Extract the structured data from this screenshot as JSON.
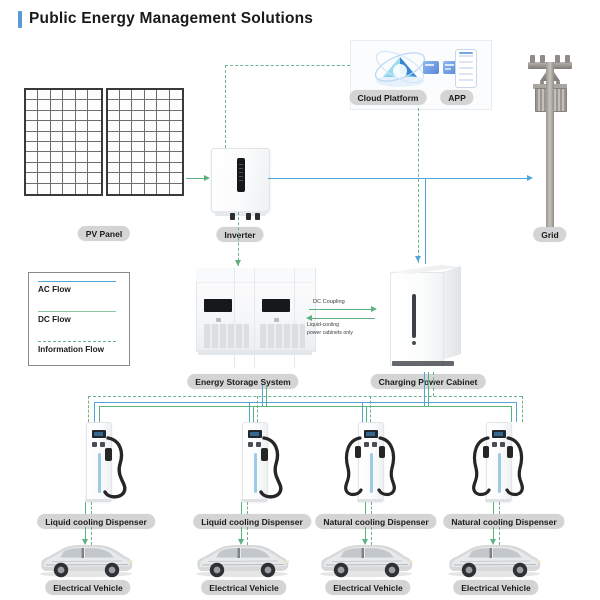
{
  "page": {
    "title": "Public Energy Management Solutions",
    "accent_color": "#5b9bd5",
    "background": "#ffffff"
  },
  "legend": {
    "items": [
      {
        "label": "AC Flow",
        "style": "solid",
        "color": "#52a5d8",
        "icon": "ac-flow-line-icon"
      },
      {
        "label": "DC Flow",
        "style": "solid",
        "color": "#5cb27f",
        "icon": "dc-flow-line-icon"
      },
      {
        "label": "Information Flow",
        "style": "dashed",
        "color": "#6bb38a",
        "icon": "information-flow-line-icon"
      }
    ]
  },
  "nodes": {
    "pv_panel": {
      "label": "PV Panel",
      "icon": "solar-panel-icon"
    },
    "inverter": {
      "label": "Inverter",
      "icon": "inverter-icon"
    },
    "cloud": {
      "label": "Cloud Platform",
      "icon": "cloud-platform-icon"
    },
    "app": {
      "label": "APP",
      "icon": "mobile-app-icon"
    },
    "grid": {
      "label": "Grid",
      "icon": "utility-pole-icon"
    },
    "ess": {
      "label": "Energy Storage System",
      "icon": "battery-cabinet-icon"
    },
    "cabinet": {
      "label": "Charging Power Cabinet",
      "icon": "power-cabinet-icon"
    }
  },
  "annotation": {
    "dc_coupling": "DC Coupling",
    "dc_coupling_note_line1": "Liquid-cooling",
    "dc_coupling_note_line2": "power cabinets only"
  },
  "dispensers": [
    {
      "label": "Liquid cooling Dispenser",
      "type": "liquid",
      "icon": "ev-charger-single-icon"
    },
    {
      "label": "Liquid cooling Dispenser",
      "type": "liquid",
      "icon": "ev-charger-single-icon"
    },
    {
      "label": "Natural cooling Dispenser",
      "type": "natural",
      "icon": "ev-charger-dual-icon"
    },
    {
      "label": "Natural cooling Dispenser",
      "type": "natural",
      "icon": "ev-charger-dual-icon"
    }
  ],
  "vehicles": [
    {
      "label": "Electrical Vehicle",
      "icon": "car-icon"
    },
    {
      "label": "Electrical Vehicle",
      "icon": "car-icon"
    },
    {
      "label": "Electrical Vehicle",
      "icon": "car-icon"
    },
    {
      "label": "Electrical Vehicle",
      "icon": "car-icon"
    }
  ]
}
